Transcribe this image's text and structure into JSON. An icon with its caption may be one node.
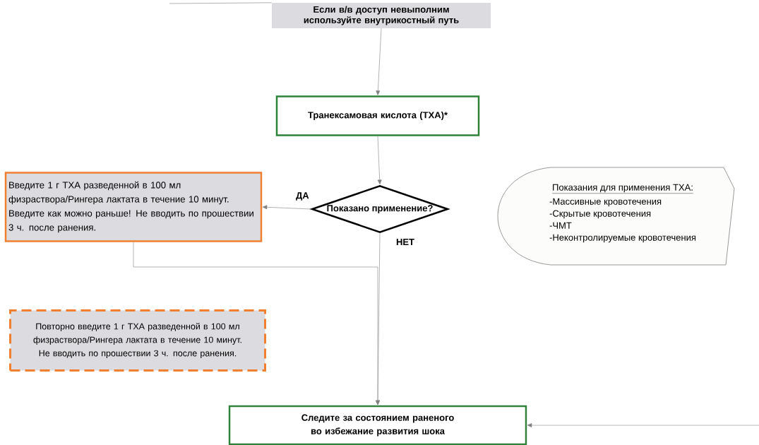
{
  "diagram": {
    "nodes": [
      {
        "text": [
          "Если в/в доступ невыполним используйте внутрикостный путь"
        ]
      },
      {
        "text": [
          "Транексамовая кислота (ТХА)*"
        ]
      },
      {
        "text": [
          "Показано применение?"
        ]
      },
      {
        "text": [
          "Введите 1 г ТХА разведенной в 100 мл физраствора/Рингера лактата в течение 10 минут. Введите как можно раньше! Не вводить по прошествии 3 ч. после ранения."
        ]
      },
      {
        "text": [
          "Показания для применения ТХА:",
          "-Массивные кровотечения",
          "-Скрытые кровотечения",
          "-ЧМТ",
          "-Неконтролируемые кровотечения"
        ]
      },
      {
        "text": [
          "Повторно введите 1 г ТХА разведенной в 100 мл физраствора/Рингера лактата в течение 10 минут. Не вводить по прошествии 3 ч. после ранения."
        ]
      },
      {
        "text": [
          "Следите за состоянием раненого во избежание развития шока"
        ]
      }
    ],
    "edges": [
      {
        "from": null,
        "to": 0,
        "arrow": "none"
      },
      {
        "from": 0,
        "to": 1,
        "arrow": "to"
      },
      {
        "from": 1,
        "to": 2,
        "arrow": "to"
      },
      {
        "from": 2,
        "to": 3,
        "arrow": "to",
        "label": "ДА"
      },
      {
        "from": 3,
        "to": 6,
        "arrow": "to"
      },
      {
        "from": 2,
        "to": 6,
        "arrow": "to",
        "label": "НЕТ"
      },
      {
        "from": null,
        "to": 6,
        "arrow": "to"
      }
    ]
  }
}
